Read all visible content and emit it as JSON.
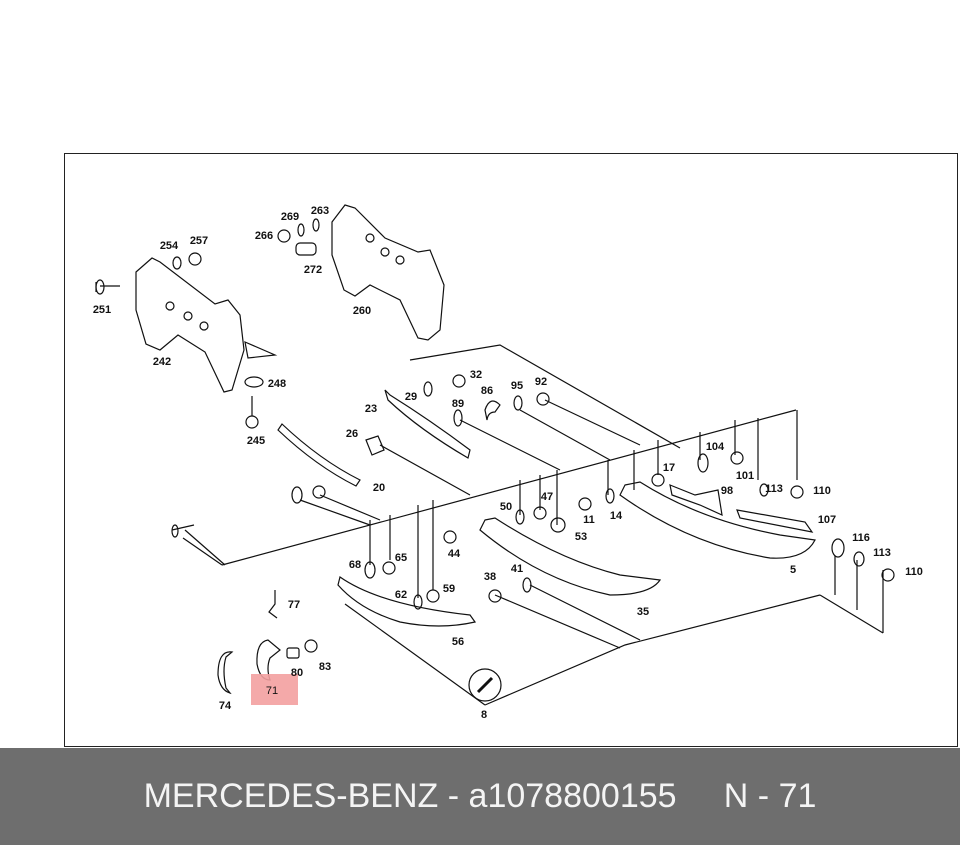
{
  "diagram": {
    "labels": [
      "251",
      "254",
      "257",
      "242",
      "269",
      "263",
      "266",
      "272",
      "260",
      "248",
      "245",
      "29",
      "32",
      "86",
      "89",
      "23",
      "95",
      "92",
      "26",
      "20",
      "104",
      "101",
      "17",
      "98",
      "113",
      "110",
      "50",
      "47",
      "11",
      "14",
      "53",
      "107",
      "5",
      "116",
      "113",
      "110",
      "68",
      "65",
      "44",
      "38",
      "41",
      "62",
      "59",
      "35",
      "77",
      "56",
      "80",
      "83",
      "71",
      "74",
      "8"
    ],
    "highlighted_label": "71",
    "highlight_color": "#f3a0a0"
  },
  "footer": {
    "brand": "MERCEDES-BENZ",
    "separator": "-",
    "part_number": "a1078800155",
    "position_label": "N - 71"
  }
}
